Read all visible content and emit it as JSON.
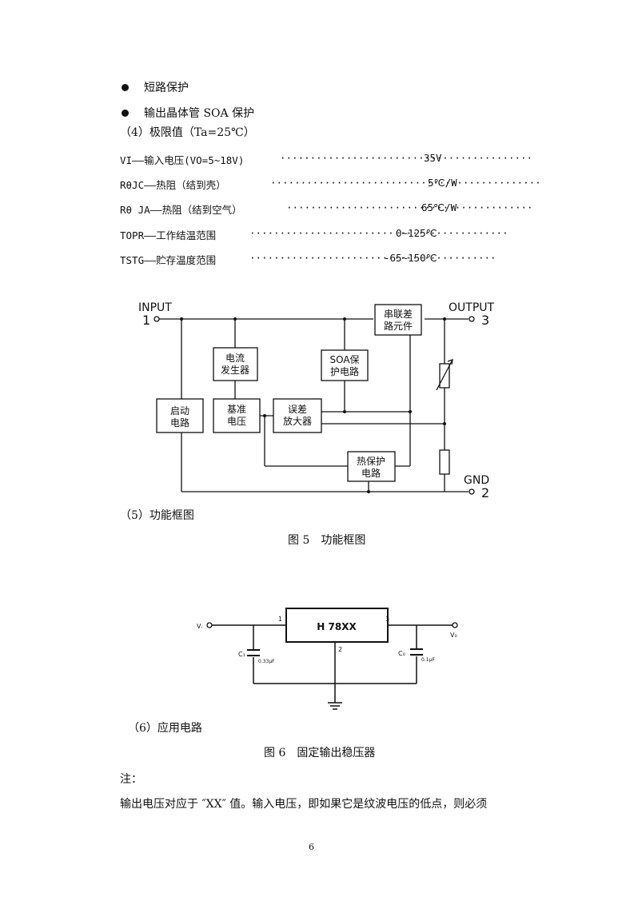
{
  "features": [
    {
      "label": "短路保护"
    },
    {
      "label": "输出晶体管 SOA 保护"
    }
  ],
  "ratings_heading": "（4）极限值（Ta=25℃）",
  "ratings": [
    {
      "label": "VI——输入电压(VO=5~18V)",
      "value": "35V"
    },
    {
      "label": "RθJC——热阻（结到壳）",
      "value": "5℃/W"
    },
    {
      "label": "Rθ JA——热阻（结到空气）",
      "value": "65℃/W"
    },
    {
      "label": "TOPR——工作结温范围",
      "value": "0~125℃"
    },
    {
      "label": "TSTG——贮存温度范围",
      "value": "-65~150℃"
    }
  ],
  "block_diagram": {
    "input_label": "INPUT",
    "input_pin": "1",
    "output_label": "OUTPUT",
    "output_pin": "3",
    "gnd_label": "GND",
    "gnd_pin": "2",
    "blocks": {
      "pass_element": [
        "串联差",
        "路元件"
      ],
      "current_source": [
        "电流",
        "发生器"
      ],
      "soa_protect": [
        "SOA保",
        "护电路"
      ],
      "startup": [
        "启动",
        "电路"
      ],
      "reference": [
        "基准",
        "电压"
      ],
      "error_amp": [
        "误差",
        "放大器"
      ],
      "thermal": [
        "热保护",
        "电路"
      ]
    }
  },
  "section5": "（5）功能框图",
  "fig5_caption": "图 5　功能框图",
  "app_circuit": {
    "vin_label": "Vᵢ",
    "vout_label": "V₀",
    "ic_label": "H 78XX",
    "pin1": "1",
    "pin2": "2",
    "pin3": "3",
    "c1_name": "C₁",
    "c1_value": "0.33μF",
    "c2_name": "C₀",
    "c2_value": "0.1μF"
  },
  "section6": "（6）应用电路",
  "fig6_caption": "图 6　固定输出稳压器",
  "note_label": "注：",
  "note_text": "输出电压对应于 ″XX″ 值。输入电压，即如果它是纹波电压的低点，则必须",
  "page_number": "6"
}
